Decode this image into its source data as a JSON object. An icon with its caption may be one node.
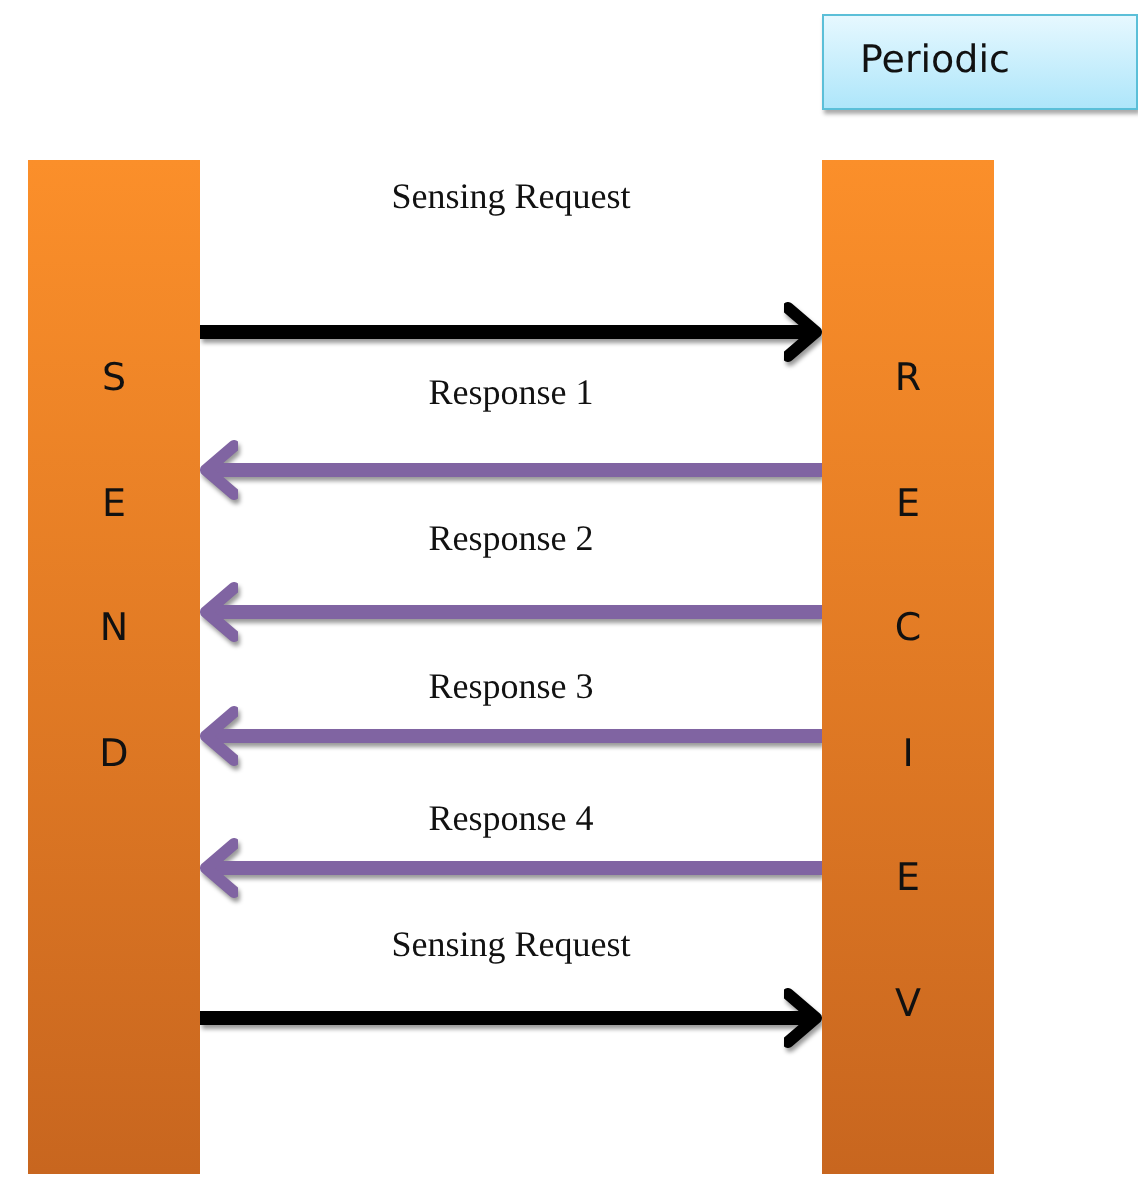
{
  "diagram": {
    "nodes": [
      {
        "text": [
          "SEND"
        ]
      },
      {
        "text": [
          "RECIEV"
        ]
      },
      {
        "text": [
          "Periodic"
        ]
      }
    ],
    "edges": [
      {
        "from": 0,
        "to": 1,
        "arrow": "to",
        "label": "Sensing Request",
        "color": "#000000"
      },
      {
        "from": 1,
        "to": 0,
        "arrow": "to",
        "label": "Response 1"
      },
      {
        "from": 1,
        "to": 0,
        "arrow": "to",
        "label": "Response 2"
      },
      {
        "from": 1,
        "to": 0,
        "arrow": "to",
        "label": "Response 3"
      },
      {
        "from": 1,
        "to": 0,
        "arrow": "to",
        "label": "Response 4"
      },
      {
        "from": 0,
        "to": 1,
        "arrow": "to",
        "label": "Sensing Request",
        "color": "#000000"
      }
    ]
  }
}
